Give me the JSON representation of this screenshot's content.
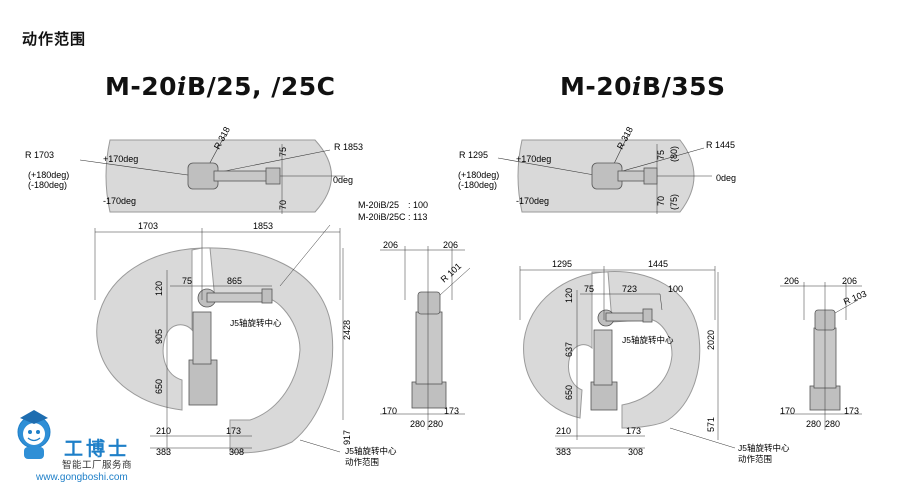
{
  "section_title": "动作范围",
  "models": [
    {
      "title_prefix": "M-20",
      "title_italic": "i",
      "title_suffix": "B/25, /25C",
      "top_view": {
        "r_front": "R 1853",
        "r_rear": "R 1703",
        "r_min": "R 318",
        "plus_angle": "+170deg",
        "minus_angle": "-170deg",
        "plus_alt": "(+180deg)",
        "minus_alt": "(-180deg)",
        "zero": "0deg",
        "upper_offset": "75",
        "lower_offset": "70"
      },
      "side_view": {
        "rear": "1703",
        "front": "1853",
        "upper_arm": "75",
        "forearm": "865",
        "top": "120",
        "mid": "905",
        "base": "650",
        "total": "2428",
        "below": "917",
        "bottom_1": "210",
        "bottom_2": "383",
        "bottom_3": "173",
        "bottom_4": "308",
        "j5_label": "J5轴旋转中心",
        "j5_range_label": "J5轴旋转中心\n动作范围",
        "variant_1": "M-20iB/25　: 100",
        "variant_2": "M-20iB/25C : 113"
      },
      "front_view": {
        "w_left": "206",
        "w_right": "206",
        "r": "R 101",
        "b_left": "170",
        "b_right": "173",
        "b_mid_1": "280",
        "b_mid_2": "280"
      }
    },
    {
      "title_prefix": "M-20",
      "title_italic": "i",
      "title_suffix": "B/35S",
      "top_view": {
        "r_front": "R 1445",
        "r_rear": "R 1295",
        "r_min": "R 318",
        "plus_angle": "+170deg",
        "minus_angle": "-170deg",
        "plus_alt": "(+180deg)",
        "minus_alt": "(-180deg)",
        "zero": "0deg",
        "upper_offset": "75",
        "upper_offset_alt": "(80)",
        "lower_offset": "70",
        "lower_offset_alt": "(75)"
      },
      "side_view": {
        "rear": "1295",
        "front": "1445",
        "upper_arm": "75",
        "forearm": "723",
        "tip": "100",
        "top": "120",
        "mid": "637",
        "base": "650",
        "total": "2020",
        "below": "571",
        "bottom_1": "210",
        "bottom_2": "383",
        "bottom_3": "173",
        "bottom_4": "308",
        "j5_label": "J5轴旋转中心",
        "j5_range_label": "J5轴旋转中心\n动作范围"
      },
      "front_view": {
        "w_left": "206",
        "w_right": "206",
        "r": "R 103",
        "b_left": "170",
        "b_right": "173",
        "b_mid_1": "280",
        "b_mid_2": "280"
      }
    }
  ],
  "logo": {
    "name": "工博士",
    "subtitle": "智能工厂服务商",
    "url": "www.gongboshi.com",
    "brand_color": "#1e7fc8"
  },
  "colors": {
    "envelope_fill": "#d9d9d9",
    "envelope_stroke": "#9a9a9a",
    "robot_fill": "#bfbfbf",
    "dim_line": "#333333"
  }
}
